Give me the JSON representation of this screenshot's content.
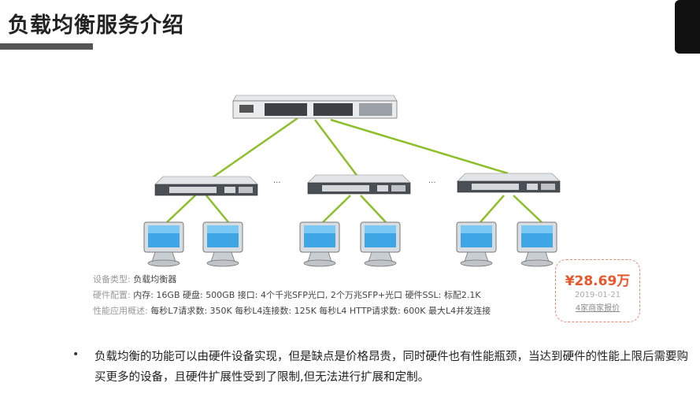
{
  "title": "负载均衡服务介绍",
  "diagram": {
    "ellipsis": "..."
  },
  "specs": {
    "type_label": "设备类型:",
    "type_value": "负载均衡器",
    "hw_label": "硬件配置:",
    "hw_value": "内存: 16GB 硬盘: 500GB 接口: 4个千兆SFP光口, 2个万兆SFP+光口 硬件SSL: 标配2.1K",
    "perf_label": "性能应用概述:",
    "perf_value": "每秒L7请求数: 350K 每秒L4连接数: 125K 每秒L4 HTTP请求数: 600K 最大L4并发连接"
  },
  "price": {
    "amount": "¥28.69万",
    "date": "2019-01-21",
    "quote_link": "4家商家报价"
  },
  "bullet_symbol": "•",
  "body_text": "负载均衡的功能可以由硬件设备实现，但是缺点是价格昂贵，同时硬件也有性能瓶颈，当达到硬件的性能上限后需要购买更多的设备，且硬件扩展性受到了限制,但无法进行扩展和定制。"
}
